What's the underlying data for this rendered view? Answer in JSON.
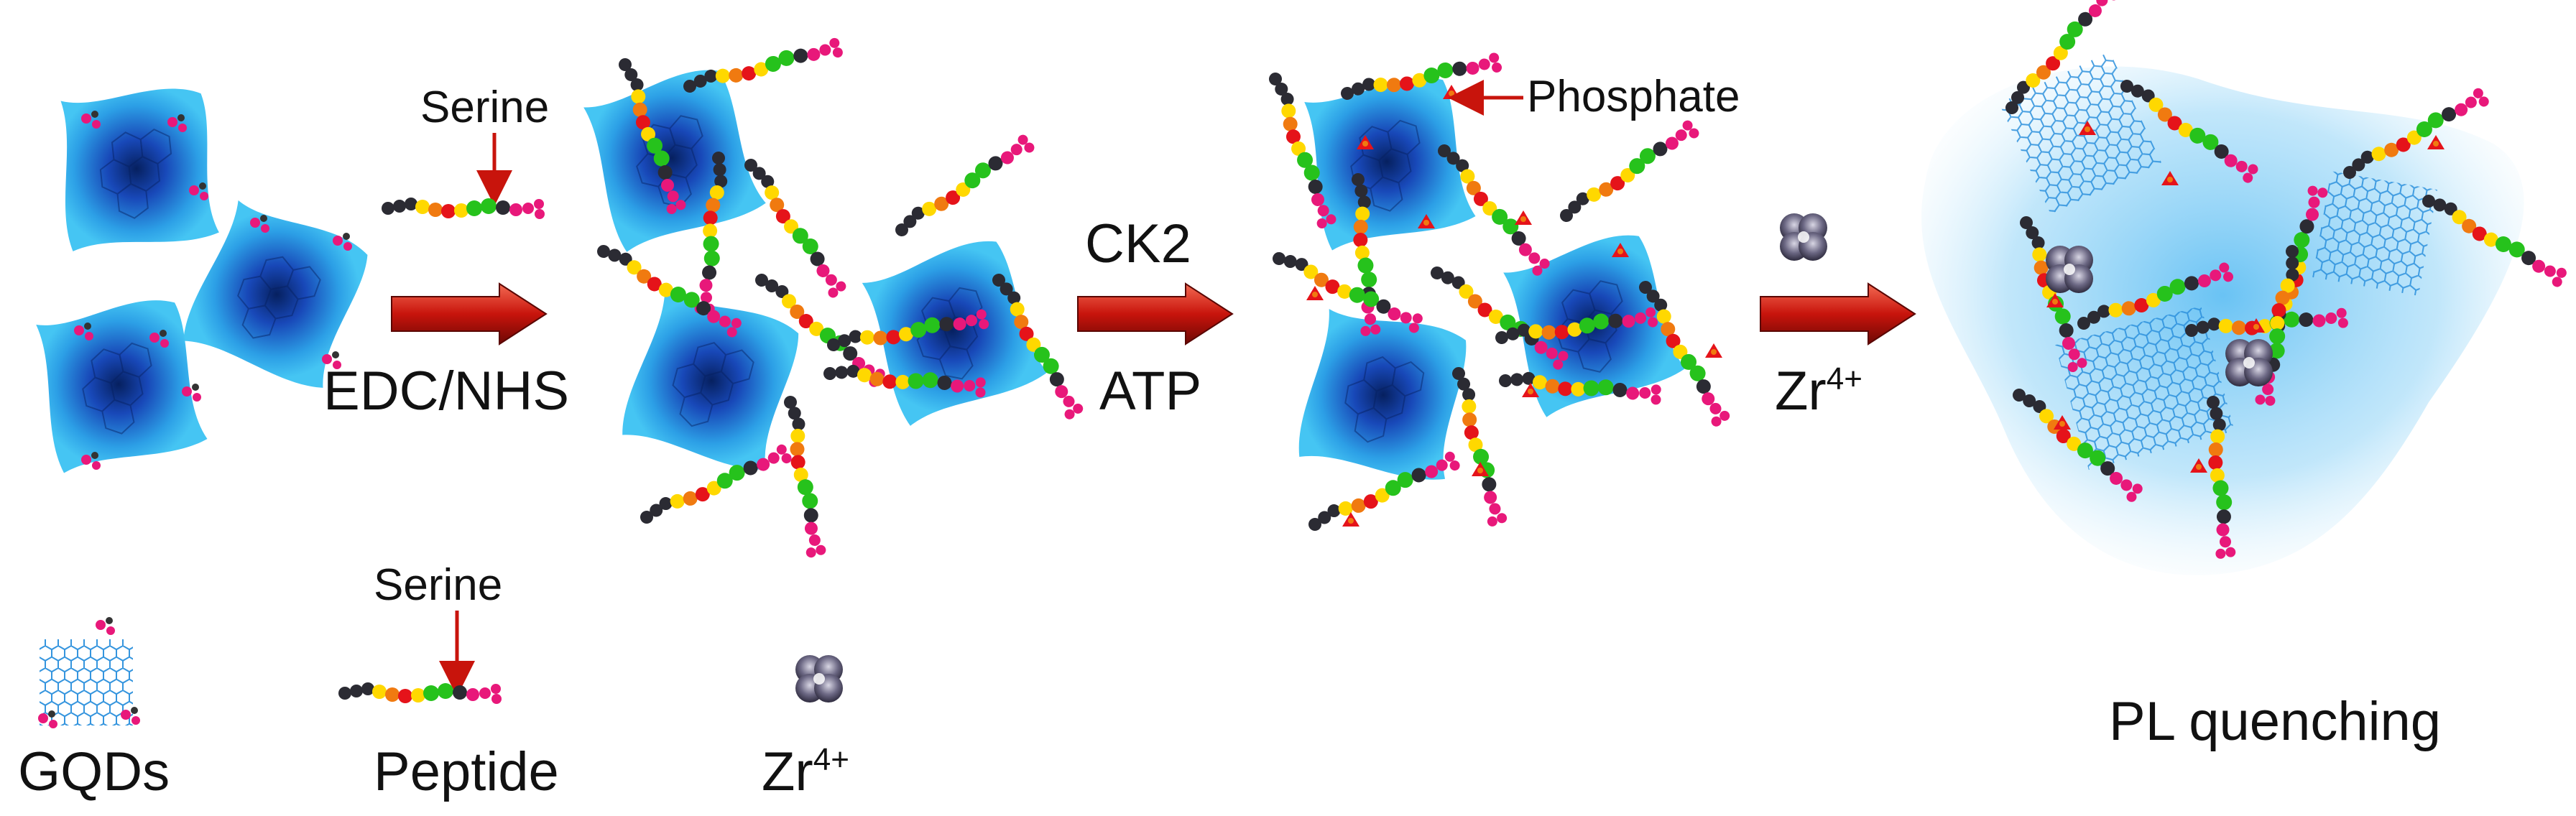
{
  "labels": {
    "serine_top": "Serine",
    "edc_nhs": "EDC/NHS",
    "ck2": "CK2",
    "atp": "ATP",
    "phosphate": "Phosphate",
    "zr_main": "Zr",
    "zr_main_sup": "4+",
    "pl_quenching": "PL quenching",
    "serine_legend": "Serine"
  },
  "legend": {
    "gqds": "GQDs",
    "peptide": "Peptide",
    "zr": "Zr",
    "zr_sup": "4+"
  },
  "colors": {
    "gqd_blue": "#2aa7e8",
    "gqd_core": "#0b2f8a",
    "arrow_red": "#c8140c",
    "bead_yellow": "#ffd800",
    "bead_orange": "#f07a10",
    "bead_red": "#e5131a",
    "bead_green": "#26c21c",
    "bead_dark": "#2b2b33",
    "bead_pink": "#e8187a",
    "zr_purple": "#5a5670"
  }
}
